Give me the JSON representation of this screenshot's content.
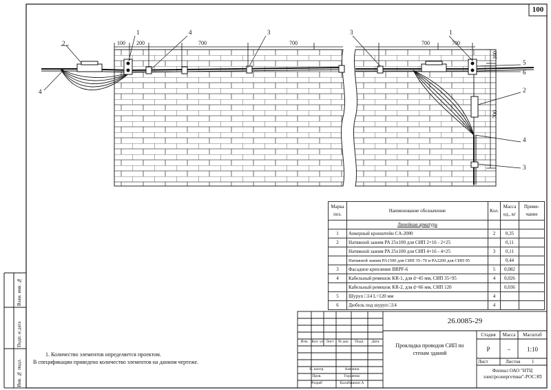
{
  "sheet_number": "100",
  "dimensions": {
    "top_left": [
      "100",
      "200",
      "700",
      "700"
    ],
    "top_right": [
      "700",
      "700"
    ],
    "right_vertical": [
      "100",
      "700"
    ]
  },
  "callouts": {
    "left": [
      "2",
      "1",
      "4",
      "3",
      "4"
    ],
    "right": [
      "3",
      "1",
      "5",
      "6",
      "2",
      "4",
      "3"
    ]
  },
  "spec_table": {
    "headers": {
      "mark": "Марка поз.",
      "name": "Наименование обозначение",
      "qty": "Кол.",
      "mass": "Масса ед., кг",
      "note": "Приме-чание"
    },
    "section_title": "Линейная арматура",
    "rows": [
      {
        "mark": "1",
        "name": "Анкерный кронштейн CA-2000",
        "qty": "2",
        "mass": "0,35"
      },
      {
        "mark": "2",
        "name": "Натяжной зажим PA 25x100 для СИП 2×16 - 2×25",
        "qty": "",
        "mass": "0,11"
      },
      {
        "mark": "",
        "name": "Натяжной зажим PA 25x100 для СИП 4×16 - 4×25",
        "qty": "3",
        "mass": "0,11"
      },
      {
        "mark": "",
        "name": "Натяжной зажим PA1500 для СИП 35÷70 и PA2200 для СИП 95",
        "qty": "",
        "mass": "0,44"
      },
      {
        "mark": "3",
        "name": "Фасадное крепление BRPF-6",
        "qty": "5",
        "mass": "0,082"
      },
      {
        "mark": "4",
        "name": "Кабельный ремешок KR-1, для d~45 мм, СИП 35÷95",
        "qty": "4",
        "mass": "0,026"
      },
      {
        "mark": "",
        "name": "Кабельный ремешок KR-2, для d~66 мм, СИП 120",
        "qty": "",
        "mass": "0,036"
      },
      {
        "mark": "5",
        "name": "Шуруп □14 L=120 мм",
        "qty": "4",
        "mass": ""
      },
      {
        "mark": "6",
        "name": "Дюбель под шуруп □14",
        "qty": "4",
        "mass": ""
      }
    ]
  },
  "notes": [
    "1. Количество элементов определяется проектом.",
    "В спецификации приведено количество элементов на данном чертеже."
  ],
  "side_stamps": [
    "Взам. инв. №",
    "Подп. и дата",
    "Инв. № подл."
  ],
  "title_block": {
    "doc_number": "26.0085-29",
    "change_headers": [
      "Изм.",
      "Кол. уч",
      "Лист",
      "№ док.",
      "Подп.",
      "Дата"
    ],
    "title": "Прокладка проводов СИП по стенам зданий",
    "stage_label": "Стадия",
    "stage": "Р",
    "mass_label": "Масса",
    "mass": "–",
    "scale_label": "Масштаб",
    "scale": "1:10",
    "sheet_label": "Лист",
    "sheets_label": "Листов",
    "sheets": "1",
    "org": "Филиал ОАО \"НТЦ электроэнергетики\"-РОСЭП",
    "people": [
      {
        "role": "Н. контр.",
        "name": "Амелина"
      },
      {
        "role": "Пров.",
        "name": "Горшенко"
      },
      {
        "role": "Разраб",
        "name": "Калабашкин А"
      }
    ]
  }
}
